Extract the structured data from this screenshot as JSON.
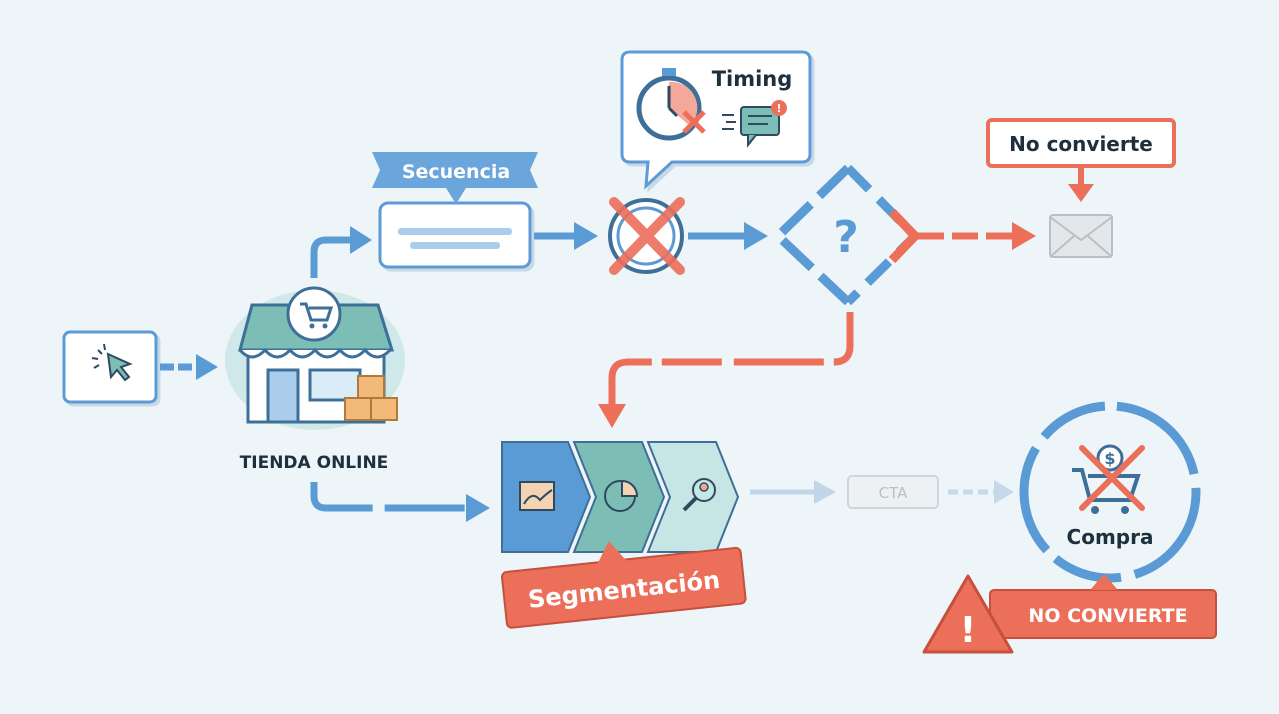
{
  "labels": {
    "secuencia": "Secuencia",
    "timing": "Timing",
    "no_convierte_top": "No convierte",
    "tienda_online": "TIENDA ONLINE",
    "segmentacion": "Segmentación",
    "cta": "CTA",
    "compra": "Compra",
    "no_convierte_bottom": "NO CONVIERTE",
    "question_mark": "?",
    "dollar": "$",
    "warning": "!"
  },
  "colors": {
    "background": "#eef5f9",
    "blue": "#5b9bd5",
    "dark_blue": "#3e6f98",
    "red": "#ec6f5a",
    "teal": "#7cbdb6",
    "light_teal": "#c6e6e6",
    "grey": "#c9d2d8"
  }
}
